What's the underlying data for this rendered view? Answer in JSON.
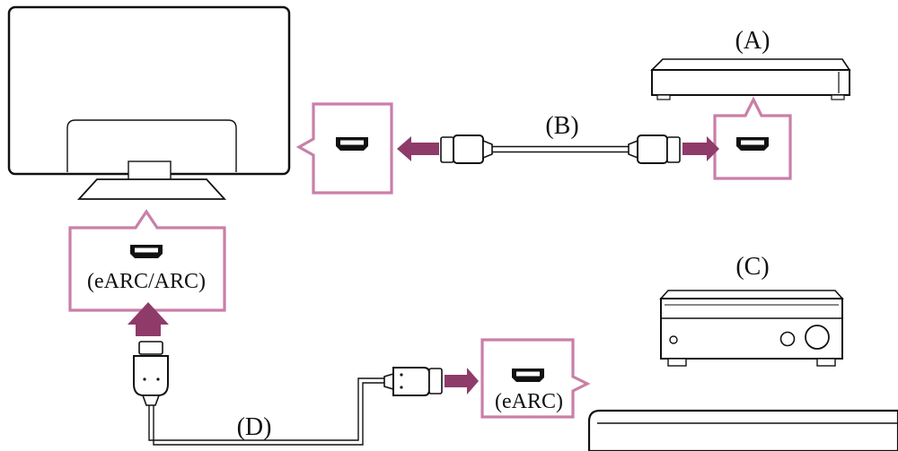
{
  "labels": {
    "a": "(A)",
    "b": "(B)",
    "c": "(C)",
    "d": "(D)",
    "earc_arc": "(eARC/ARC)",
    "earc": "(eARC)"
  },
  "colors": {
    "callout": "#c97fa8",
    "arrow": "#8e3b69",
    "line": "#222222",
    "background": "#ffffff"
  },
  "icons": {
    "port": "hdmi-port-icon",
    "plug": "hdmi-plug-icon"
  }
}
